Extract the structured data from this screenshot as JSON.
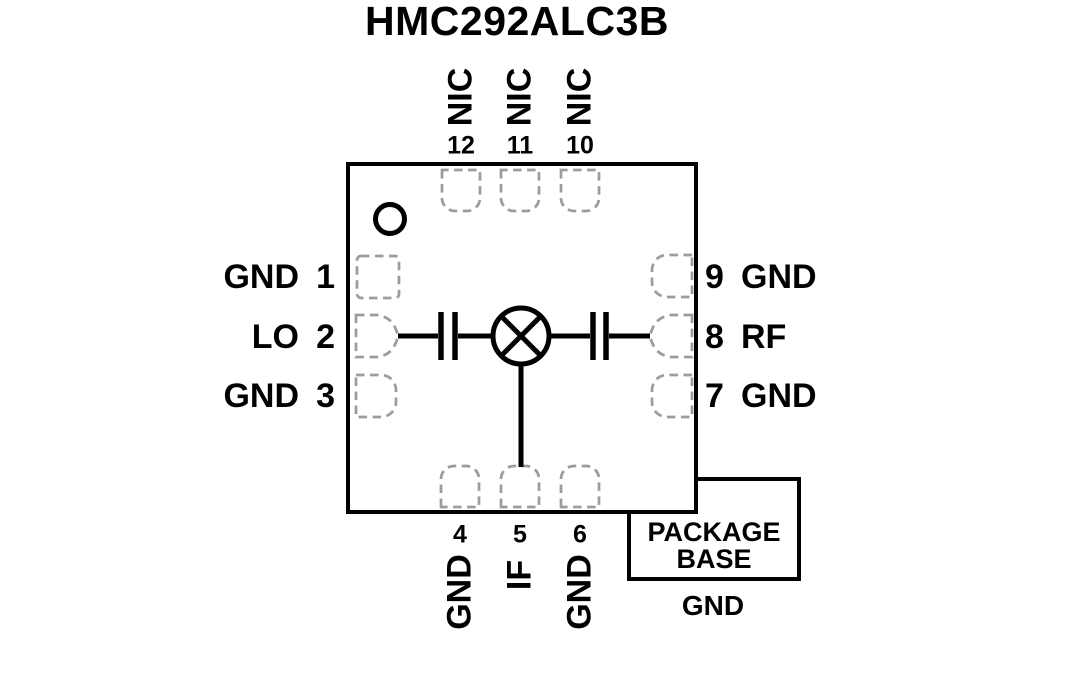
{
  "title": "HMC292ALC3B",
  "pins": {
    "top": [
      {
        "number": "12",
        "name": "NIC"
      },
      {
        "number": "11",
        "name": "NIC"
      },
      {
        "number": "10",
        "name": "NIC"
      }
    ],
    "bottom": [
      {
        "number": "4",
        "name": "GND"
      },
      {
        "number": "5",
        "name": "IF"
      },
      {
        "number": "6",
        "name": "GND"
      }
    ],
    "left": [
      {
        "number": "1",
        "name": "GND"
      },
      {
        "number": "2",
        "name": "LO"
      },
      {
        "number": "3",
        "name": "GND"
      }
    ],
    "right": [
      {
        "number": "9",
        "name": "GND"
      },
      {
        "number": "8",
        "name": "RF"
      },
      {
        "number": "7",
        "name": "GND"
      }
    ]
  },
  "package_base": {
    "line1": "PACKAGE",
    "line2": "BASE",
    "ground_label": "GND"
  },
  "icons": {
    "mixer": "circle-with-x-mixer-symbol",
    "dc_block_capacitor": "parallel-plate-capacitor-symbol",
    "pin1_marker": "ring-dot"
  },
  "colors": {
    "ink": "#000000",
    "pad_dash": "#9c9c9c",
    "background": "#ffffff"
  }
}
